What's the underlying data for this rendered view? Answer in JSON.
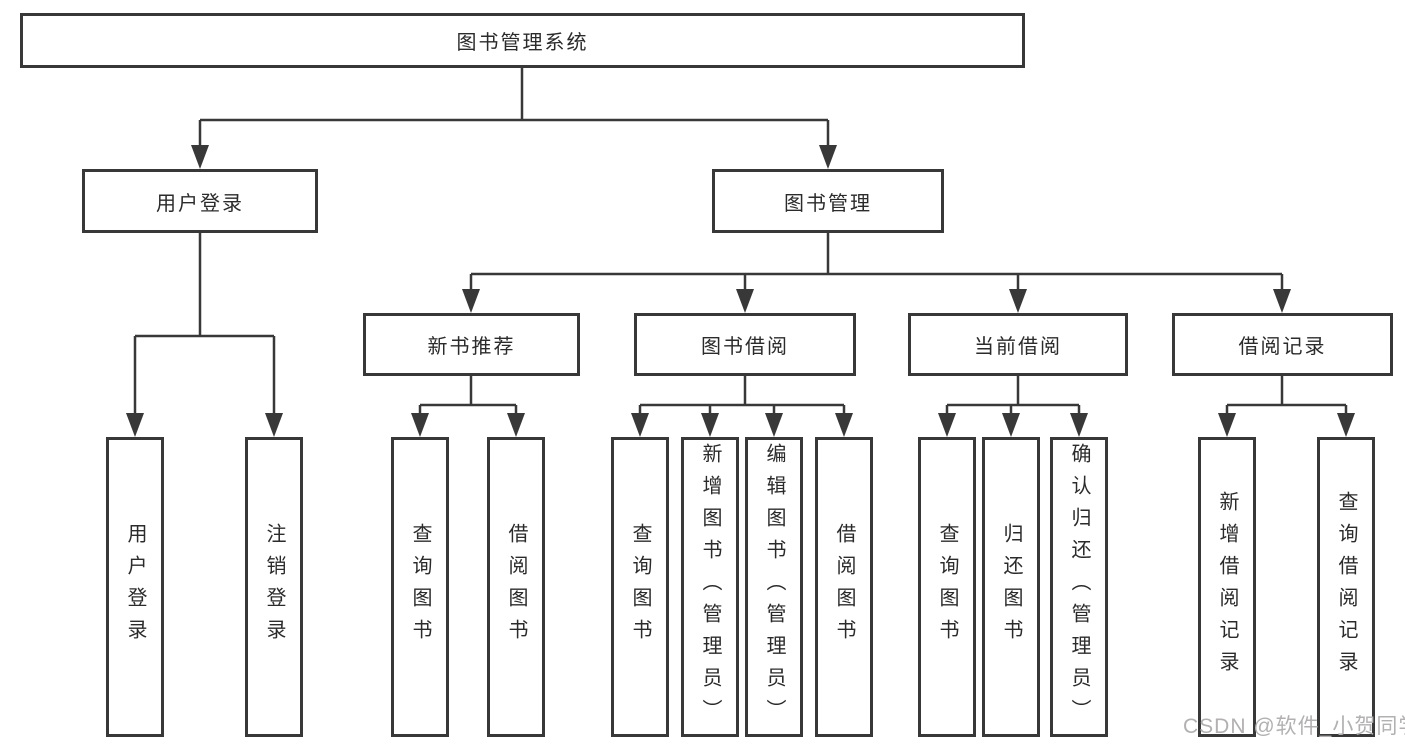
{
  "colors": {
    "line": "#383838",
    "box_border": "#383838",
    "text": "#2b2b2b",
    "background": "#ffffff",
    "watermark_text": "#b2b0b0"
  },
  "watermark": {
    "text": "CSDN @软件_小贺同学"
  },
  "tree": {
    "root": {
      "label": "图书管理系统"
    },
    "branches": [
      {
        "label": "用户登录",
        "leaves": [
          {
            "label": "用户登录"
          },
          {
            "label": "注销登录"
          }
        ]
      },
      {
        "label": "图书管理",
        "groups": [
          {
            "label": "新书推荐",
            "leaves": [
              {
                "label": "查询图书"
              },
              {
                "label": "借阅图书"
              }
            ]
          },
          {
            "label": "图书借阅",
            "leaves": [
              {
                "label": "查询图书"
              },
              {
                "label": "新增图书（管理员）"
              },
              {
                "label": "编辑图书（管理员）"
              },
              {
                "label": "借阅图书"
              }
            ]
          },
          {
            "label": "当前借阅",
            "leaves": [
              {
                "label": "查询图书"
              },
              {
                "label": "归还图书"
              },
              {
                "label": "确认归还（管理员）"
              }
            ]
          },
          {
            "label": "借阅记录",
            "leaves": [
              {
                "label": "新增借阅记录"
              },
              {
                "label": "查询借阅记录"
              }
            ]
          }
        ]
      }
    ]
  }
}
